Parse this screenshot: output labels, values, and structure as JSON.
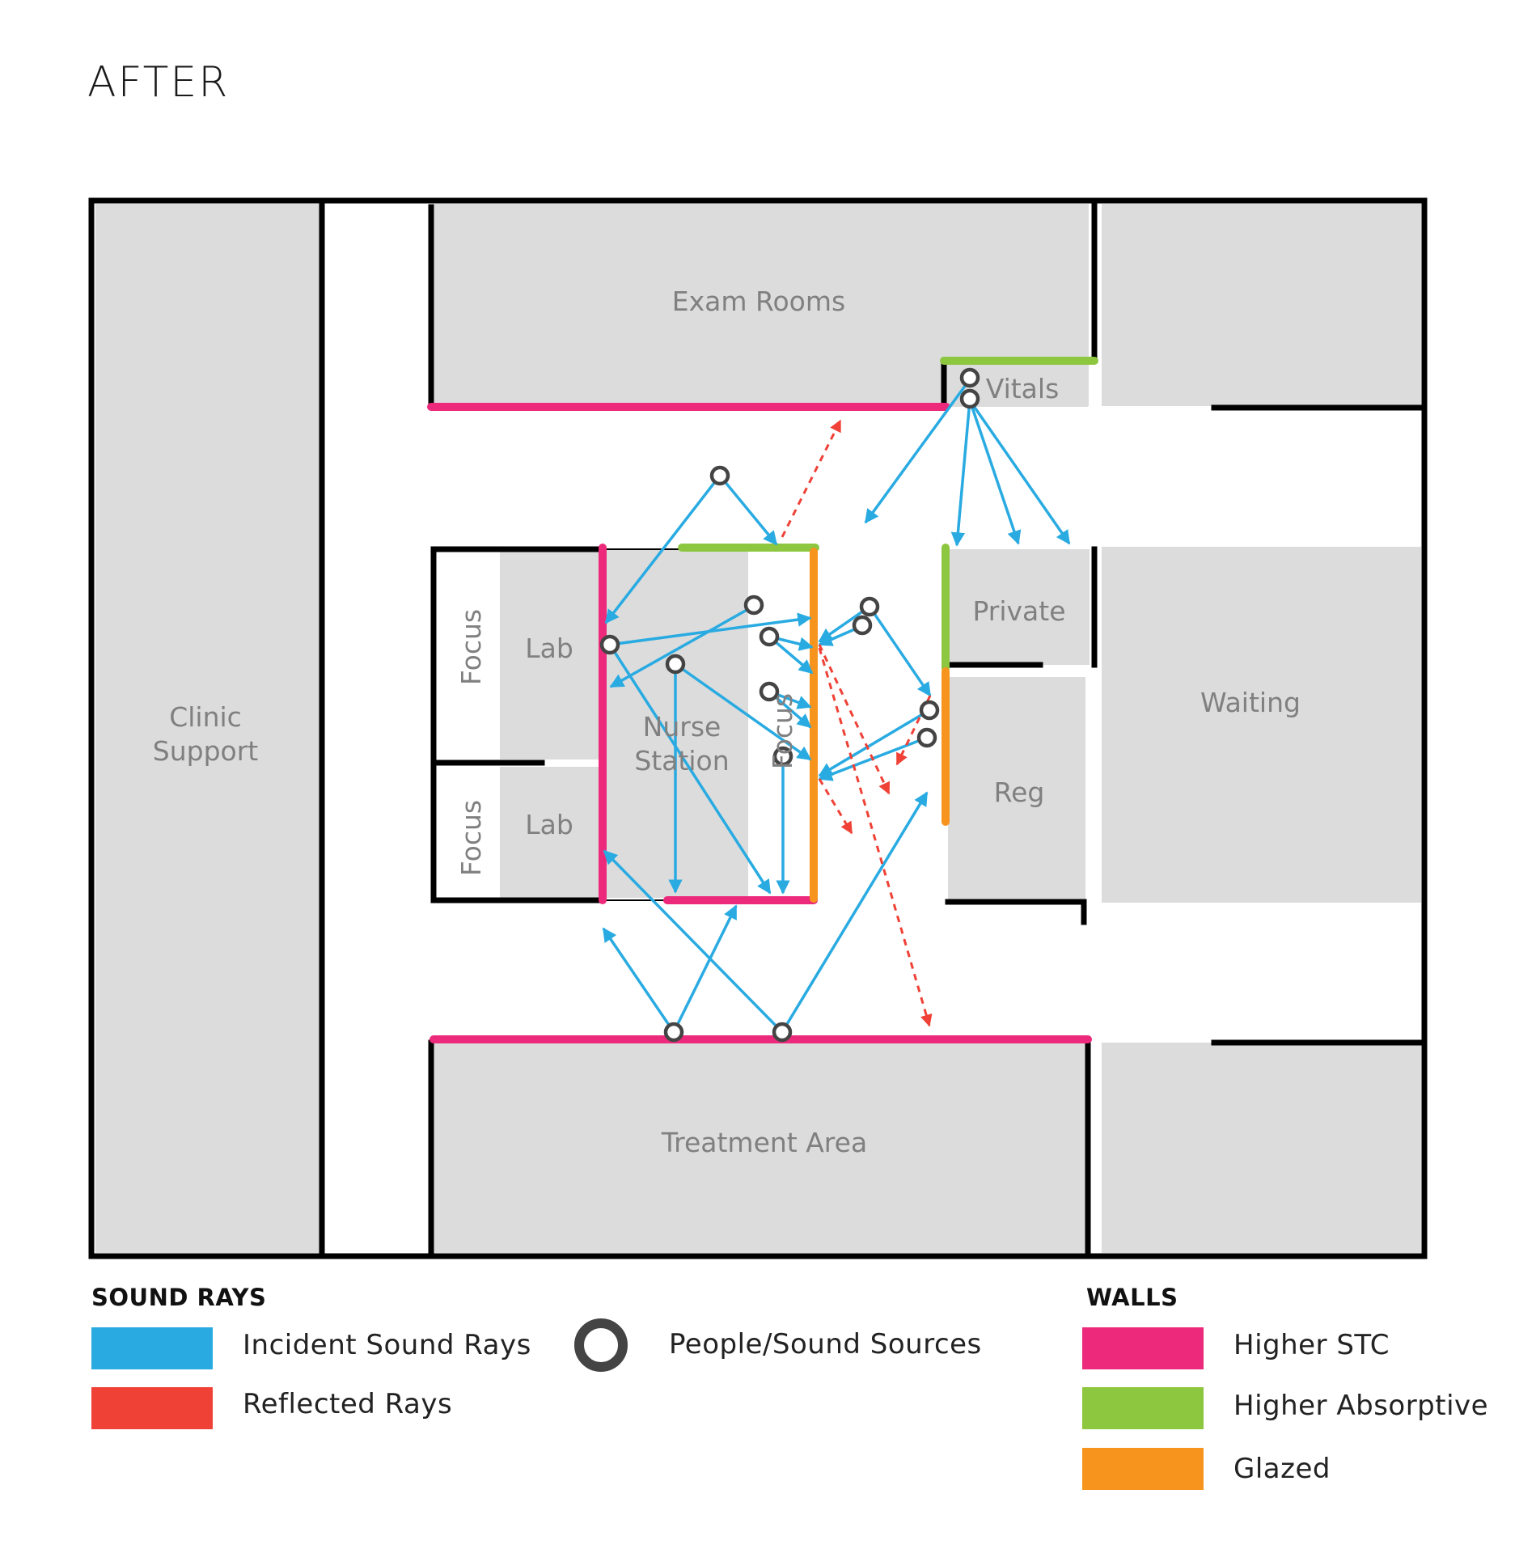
{
  "title": "AFTER",
  "rooms": {
    "clinic_support": [
      "Clinic",
      "Support"
    ],
    "exam_rooms": "Exam Rooms",
    "vitals": "Vitals",
    "private": "Private",
    "waiting": "Waiting",
    "reg": "Reg",
    "treatment_area": "Treatment Area",
    "lab_upper": "Lab",
    "lab_lower": "Lab",
    "focus_upper": "Focus",
    "focus_lower": "Focus",
    "focus_center": "Focus",
    "nurse_station": [
      "Nurse",
      "Station"
    ]
  },
  "legend": {
    "sound_rays": {
      "heading": "SOUND RAYS",
      "incident": "Incident Sound Rays",
      "reflected": "Reflected Rays"
    },
    "sources": "People/Sound Sources",
    "walls": {
      "heading": "WALLS",
      "higher_stc": "Higher STC",
      "higher_absorptive": "Higher Absorptive",
      "glazed": "Glazed"
    }
  },
  "colors": {
    "incident": "#29abe2",
    "reflected": "#ef4136",
    "higher_stc": "#ec297b",
    "higher_absorptive": "#8dc63f",
    "glazed": "#f7941d",
    "room_fill": "#dcdcdc",
    "source": "#444444"
  }
}
